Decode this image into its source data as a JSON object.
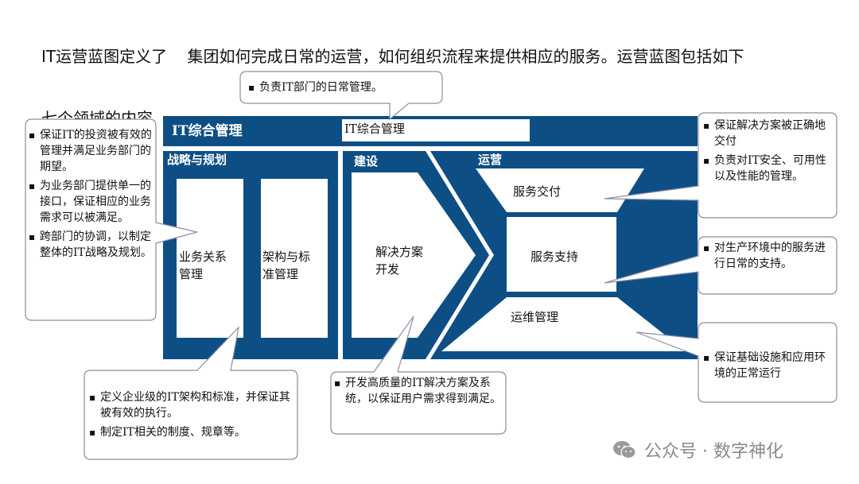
{
  "header": {
    "line1": "IT运营蓝图定义了    集团如何完成日常的运营，如何组织流程来提供相应的服务。运营蓝图包括如下",
    "line2": "七个领域的内容"
  },
  "diagram": {
    "colors": {
      "primary": "#0d4f85",
      "white": "#ffffff",
      "callout_border": "#8a8aa8"
    },
    "it_mgmt_label": "IT综合管理",
    "it_mgmt_box": "IT综合管理",
    "strategy_label": "战略与规划",
    "biz_relation": "业务关系\n管理",
    "arch_std": "架构与标\n准管理",
    "build_label": "建设",
    "solution_dev": "解决方案\n开发",
    "ops_label": "运营",
    "service_delivery": "服务交付",
    "service_support": "服务支持",
    "ops_mgmt": "运维管理"
  },
  "callouts": {
    "top": [
      "负责IT部门的日常管理。"
    ],
    "left": [
      "保证IT的投资被有效的管理并满足业务部门的期望。",
      "为业务部门提供单一的接口，保证相应的业务需求可以被满足。",
      "跨部门的协调，以制定整体的IT战略及规划。"
    ],
    "bottom_left": [
      "定义企业级的IT架构和标准，并保证其被有效的执行。",
      "制定IT相关的制度、规章等。"
    ],
    "bottom_mid": [
      "开发高质量的IT解决方案及系统，以保证用户需求得到满足。"
    ],
    "right_top": [
      "保证解决方案被正确地交付",
      "负责对IT安全、可用性以及性能的管理。"
    ],
    "right_mid": [
      "对生产环境中的服务进行日常的支持。"
    ],
    "right_bottom": [
      "保证基础设施和应用环境的正常运行"
    ]
  },
  "watermark": {
    "icon": "wechat-icon",
    "text": "公众号 · 数字神化"
  }
}
